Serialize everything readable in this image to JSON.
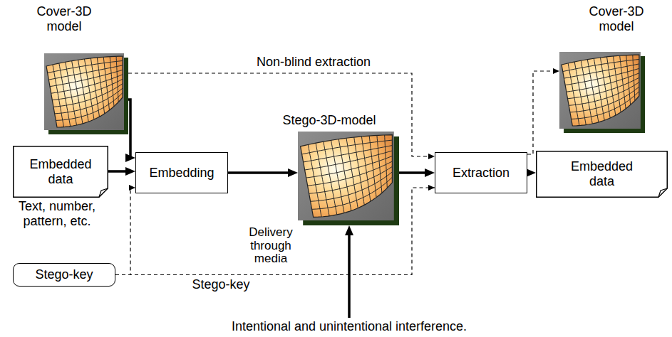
{
  "diagram": {
    "nodes": [
      {
        "text": [
          "Cover-3D model"
        ]
      },
      {
        "text": [
          "Embedded data"
        ]
      },
      {
        "text": [
          "Stego-key"
        ]
      },
      {
        "text": [
          "Embedding"
        ]
      },
      {
        "text": [
          "Stego-3D-model"
        ]
      },
      {
        "text": [
          "Extraction"
        ]
      },
      {
        "text": [
          "Cover-3D model"
        ]
      },
      {
        "text": [
          "Embedded data"
        ]
      }
    ],
    "edges": [
      {
        "from": 0,
        "to": 3,
        "arrow": "to"
      },
      {
        "from": 1,
        "to": 3,
        "arrow": "to"
      },
      {
        "from": 2,
        "to": 3,
        "arrow": "to"
      },
      {
        "from": 3,
        "to": 4,
        "arrow": "to"
      },
      {
        "from": 4,
        "to": 5,
        "arrow": "to"
      },
      {
        "from": 0,
        "to": 5,
        "label": "Non-blind extraction",
        "arrow": "to"
      },
      {
        "from": 2,
        "to": 5,
        "label": "Stego-key",
        "arrow": "to"
      },
      {
        "from": 5,
        "to": 6,
        "arrow": "to"
      },
      {
        "from": 5,
        "to": 7,
        "arrow": "to"
      }
    ],
    "labels": [
      "Text, number, pattern, etc.",
      "Delivery through media",
      "Intentional and unintentional interference."
    ]
  }
}
